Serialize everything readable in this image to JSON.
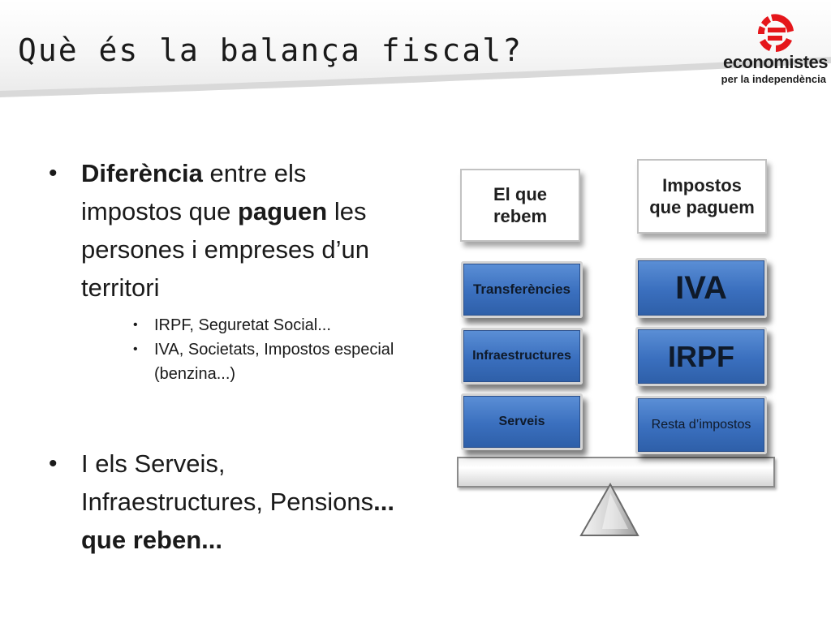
{
  "slide": {
    "title": "Què és la balança fiscal?"
  },
  "logo": {
    "name": "economistes",
    "tagline": "per la independència",
    "brand_color": "#e5161b"
  },
  "bullets": {
    "b1": {
      "strong1": "Diferència",
      "text1": " entre els impostos que ",
      "strong2": "paguen",
      "text2": " les persones i empreses d’un territori"
    },
    "sub": [
      "IRPF, Seguretat Social...",
      "IVA, Societats, Impostos especial (benzina...)"
    ],
    "b2": {
      "text1": "I els Serveis, Infraestructures, Pensions",
      "strong1": "... que reben..."
    }
  },
  "diagram": {
    "left_header": "El que rebem",
    "right_header": "Impostos que paguem",
    "left_items": [
      "Transferències",
      "Infraestructures",
      "Serveis"
    ],
    "right_items": [
      "IVA",
      "IRPF",
      "Resta d’impostos"
    ],
    "box_color": "#3f74c4"
  }
}
